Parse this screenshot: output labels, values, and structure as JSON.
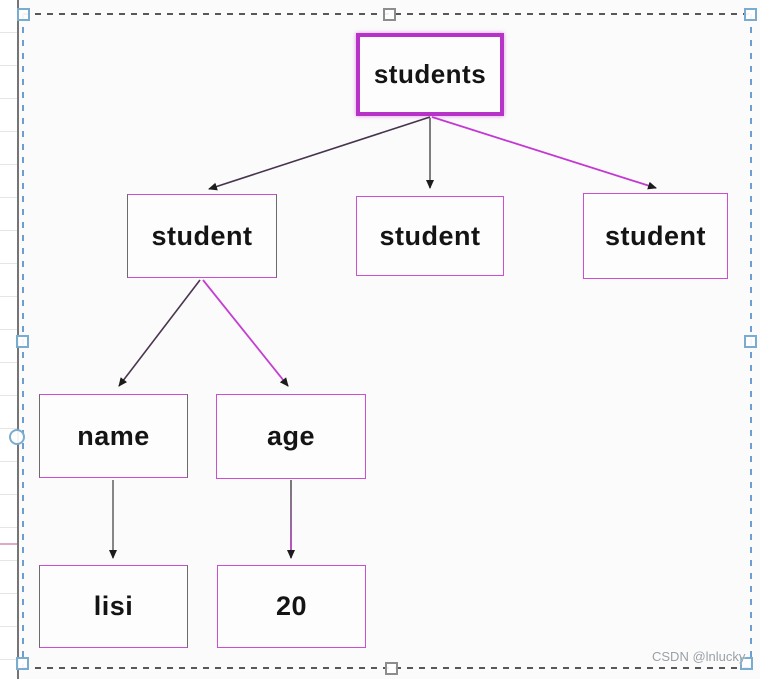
{
  "diagram": {
    "nodes": [
      {
        "id": "students",
        "label": "students",
        "role": "root"
      },
      {
        "id": "student-1",
        "label": "student",
        "role": "child"
      },
      {
        "id": "student-2",
        "label": "student",
        "role": "child"
      },
      {
        "id": "student-3",
        "label": "student",
        "role": "child"
      },
      {
        "id": "name",
        "label": "name",
        "role": "field"
      },
      {
        "id": "age",
        "label": "age",
        "role": "field"
      },
      {
        "id": "lisi",
        "label": "lisi",
        "role": "value"
      },
      {
        "id": "twenty",
        "label": "20",
        "role": "value"
      }
    ],
    "edges": [
      {
        "from": "students",
        "to": "student-1"
      },
      {
        "from": "students",
        "to": "student-2"
      },
      {
        "from": "students",
        "to": "student-3"
      },
      {
        "from": "student-1",
        "to": "name"
      },
      {
        "from": "student-1",
        "to": "age"
      },
      {
        "from": "name",
        "to": "lisi"
      },
      {
        "from": "age",
        "to": "twenty"
      }
    ]
  },
  "selection": {
    "handles": [
      "top-left",
      "top-center",
      "top-right",
      "middle-left",
      "middle-right",
      "bottom-left",
      "bottom-center",
      "bottom-right",
      "rotate-left"
    ]
  },
  "watermark": {
    "text": "CSDN @lnlucky"
  },
  "colors": {
    "root_border": "#b733c8",
    "node_border": "#cc4fd2",
    "node_border_gray": "#6b6b6b",
    "edge_magenta": "#c337d2",
    "edge_gray": "#666666",
    "edge_dark_purple": "#46344e",
    "marquee_blue": "#6d9ecf",
    "marquee_gray": "#585858",
    "watermark_gray": "#9aa0a6"
  }
}
